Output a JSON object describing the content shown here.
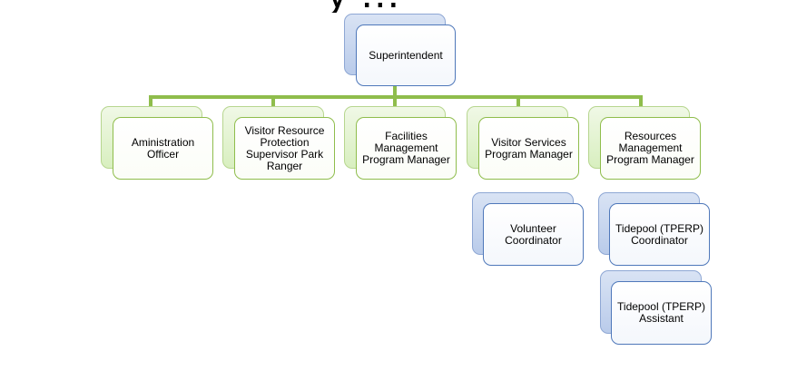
{
  "title_fragment": "y …",
  "colors": {
    "connector": "#8fbd4c",
    "blue_border": "#4f78ba",
    "green_border": "#8fbd4c"
  },
  "org": {
    "root": {
      "label": "Superintendent"
    },
    "departments": [
      {
        "label": "Aministration Officer"
      },
      {
        "label": "Visitor Resource Protection Supervisor Park Ranger"
      },
      {
        "label": "Facilities Management Program Manager"
      },
      {
        "label": "Visitor Services Program Manager"
      },
      {
        "label": "Resources Management Program Manager"
      }
    ],
    "visitor_services_reports": [
      {
        "label": "Volunteer Coordinator"
      }
    ],
    "resources_management_reports": [
      {
        "label": "Tidepool (TPERP) Coordinator"
      },
      {
        "label": "Tidepool (TPERP) Assistant"
      }
    ]
  }
}
